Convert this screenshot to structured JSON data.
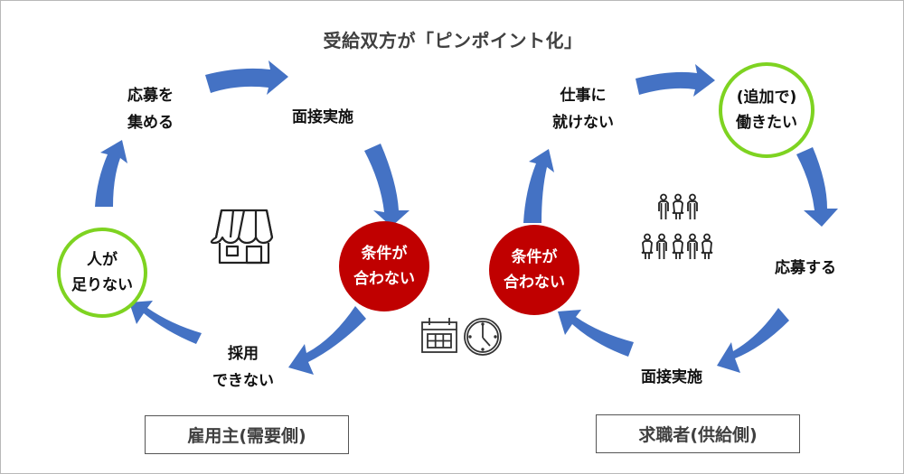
{
  "title": "受給双方が「ピンポイント化」",
  "colors": {
    "arrow": "#4472c4",
    "green_ring": "#7ed321",
    "red_circle": "#c00000",
    "text": "#111111",
    "heading": "#404040"
  },
  "employer": {
    "caption": "雇用主(需要側)",
    "steps": {
      "gather": [
        "応募を",
        "集める"
      ],
      "interview": "面接実施",
      "mismatch": [
        "条件が",
        "合わない"
      ],
      "cannot_hire": [
        "採用",
        "できない"
      ],
      "shortage": [
        "人が",
        "足りない"
      ]
    },
    "icon": "store-icon"
  },
  "seeker": {
    "caption": "求職者(供給側)",
    "steps": {
      "no_job": [
        "仕事に",
        "就けない"
      ],
      "want_work": [
        "(追加で)",
        "働きたい"
      ],
      "apply": "応募する",
      "interview": "面接実施",
      "mismatch": [
        "条件が",
        "合わない"
      ]
    },
    "icon": "people-group-icon"
  },
  "center_icons": [
    "calendar-icon",
    "clock-icon"
  ]
}
